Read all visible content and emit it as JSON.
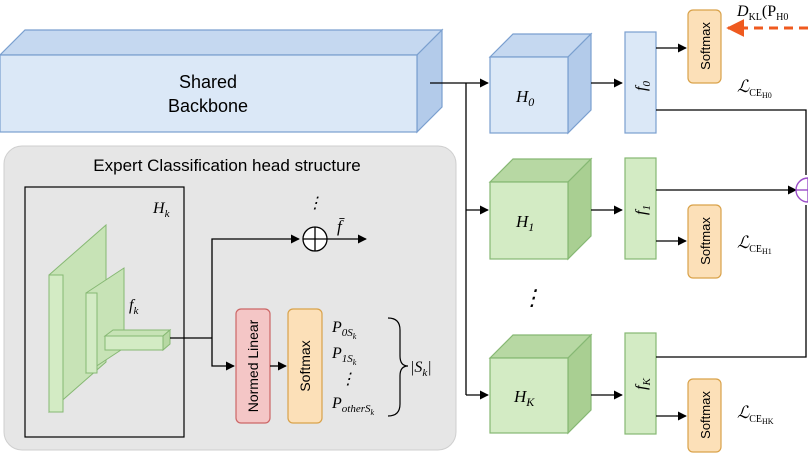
{
  "backbone": {
    "line1": "Shared",
    "line2": "Backbone"
  },
  "inset": {
    "title": "Expert Classification head structure",
    "hk": "H",
    "hk_sub": "k",
    "fk": "f",
    "fk_sub": "k",
    "fbar": "f̄",
    "dots": "⋮"
  },
  "inset_blocks": {
    "normed_linear": "Normed Linear",
    "softmax": "Softmax"
  },
  "inset_outputs": {
    "p0": "P",
    "p0_sub": "0",
    "p0_subsub": "S",
    "p0_subsubsub": "k",
    "p1": "P",
    "p1_sub": "1",
    "p1_subsub": "S",
    "p1_subsubsub": "k",
    "pdots": "⋮",
    "pother": "P",
    "pother_sub": "other",
    "pother_subsub": "S",
    "pother_subsubsub": "k",
    "setsize": "|S",
    "setsize_sub": "k",
    "setsize_end": "|"
  },
  "experts": [
    {
      "h": "H",
      "h_sub": "0",
      "f": "f",
      "f_sub": "0"
    },
    {
      "h": "H",
      "h_sub": "1",
      "f": "f",
      "f_sub": "1"
    },
    {
      "h": "H",
      "h_sub": "K",
      "f": "f",
      "f_sub": "K"
    }
  ],
  "expert_dots": "⋮",
  "softmax_label": "Softmax",
  "losses": {
    "kl": "D",
    "kl_sub": "KL",
    "kl_arg": "(P",
    "kl_arg_sub": "H0",
    "ce0": "ℒ",
    "ce0_sub": "CE",
    "ce0_subsub": "H0",
    "ce1": "ℒ",
    "ce1_sub": "CE",
    "ce1_subsub": "H1",
    "cek": "ℒ",
    "cek_sub": "CE",
    "cek_subsub": "HK"
  },
  "colors": {
    "blue_fill": "#dbe8f7",
    "blue_stroke": "#7a9fcf",
    "green_fill": "#d3ebc4",
    "green_stroke": "#86b873",
    "orange_fill": "#fce0b8",
    "orange_stroke": "#d9a24a",
    "red_fill": "#f4c6c6",
    "red_stroke": "#cc6666",
    "inset_bg": "#e6e6e6",
    "dashed_arrow": "#ef5a1f",
    "purple": "#9b4dc8"
  }
}
